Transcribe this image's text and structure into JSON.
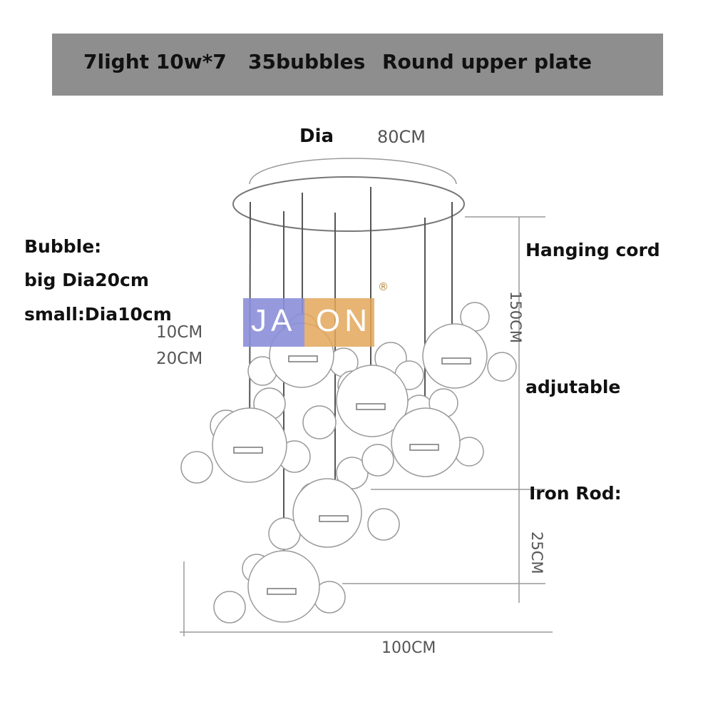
{
  "banner": {
    "spec_light": "7light 10w*7",
    "spec_bubbles": "35bubbles",
    "spec_plate": "Round upper plate"
  },
  "plate": {
    "dia_label": "Dia",
    "dia_value": "80CM"
  },
  "bubble_info": {
    "heading": "Bubble:",
    "big": "big Dia20cm",
    "small": "small:Dia10cm"
  },
  "bubble_sizes": {
    "small": "10CM",
    "big": "20CM"
  },
  "cord": {
    "title": "Hanging cord",
    "length": "150CM",
    "note": "adjutable"
  },
  "rod": {
    "title": "Iron Rod:",
    "length": "25CM"
  },
  "width": {
    "value": "100CM"
  },
  "logo": {
    "left_part": "JA",
    "right_part": "ON",
    "mark": "®",
    "left_color": "#8b8fd8",
    "right_color": "#e3a75a"
  },
  "colors": {
    "banner": "#8e8e8e",
    "line": "#9a9a9a",
    "bubble_fill": "#ffffff",
    "cord": "#555555"
  }
}
